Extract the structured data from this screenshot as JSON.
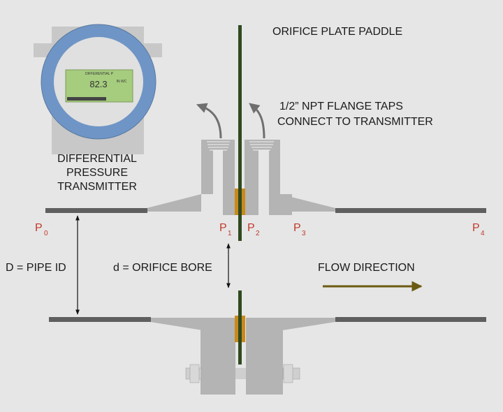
{
  "labels": {
    "orifice_plate_paddle": "ORIFICE PLATE PADDLE",
    "flange_taps_line1": "1/2” NPT FLANGE TAPS",
    "flange_taps_line2": "CONNECT TO TRANSMITTER",
    "transmitter_line1": "DIFFERENTIAL",
    "transmitter_line2": "PRESSURE",
    "transmitter_line3": "TRANSMITTER",
    "pipe_id": "D = PIPE ID",
    "orifice_bore": "d = ORIFICE BORE",
    "flow_direction": "FLOW DIRECTION"
  },
  "pressure_points": [
    {
      "letter": "P",
      "sub": "0"
    },
    {
      "letter": "P",
      "sub": "1"
    },
    {
      "letter": "P",
      "sub": "2"
    },
    {
      "letter": "P",
      "sub": "3"
    },
    {
      "letter": "P",
      "sub": "4"
    }
  ],
  "transmitter_display": {
    "header": "DIFFERENTIAL P",
    "reading": "82.3",
    "unit": "IN WC"
  },
  "colors": {
    "background": "#e6e6e6",
    "pipe_wall": "#5f5f5f",
    "flange": "#b4b4b4",
    "plate": "#2f4a1f",
    "gasket": "#c98a1a",
    "transmitter_ring": "#6f95c6",
    "lcd": "#a6cc7e",
    "flow_arrow": "#6b5a12",
    "pressure_label": "#c0392b"
  }
}
